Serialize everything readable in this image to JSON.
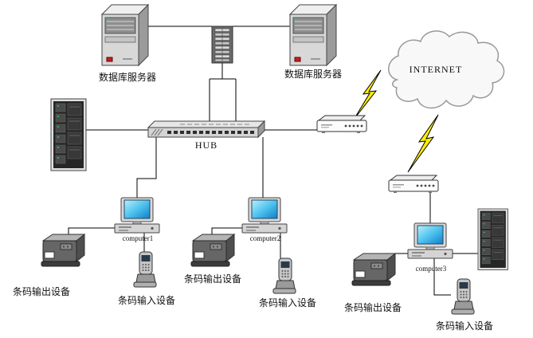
{
  "nodes": {
    "db_server_left": {
      "label": "数据库服务器"
    },
    "db_server_right": {
      "label": "数据库服务器"
    },
    "internet": {
      "label": "INTERNET"
    },
    "hub": {
      "label": "HUB"
    },
    "computer1": {
      "label": "computer1"
    },
    "computer2": {
      "label": "computer2"
    },
    "computer3": {
      "label": "computer3"
    },
    "printer_left": {
      "label": "条码输出设备"
    },
    "printer_mid": {
      "label": "条码输出设备"
    },
    "printer_right": {
      "label": "条码输出设备"
    },
    "scanner1": {
      "label": "条码输入设备"
    },
    "scanner2": {
      "label": "条码输入设备"
    },
    "scanner3": {
      "label": "条码输入设备"
    }
  },
  "edges": [
    {
      "from": "db-server-left",
      "to": "db-server-right",
      "via": "top-bus"
    },
    {
      "from": "rack-top",
      "to": "hub"
    },
    {
      "from": "db-server-left",
      "to": "hub"
    },
    {
      "from": "db-server-right",
      "to": "hub"
    },
    {
      "from": "rack-left",
      "to": "hub"
    },
    {
      "from": "hub",
      "to": "modem-1"
    },
    {
      "from": "modem-1",
      "to": "internet",
      "type": "wireless-bolt"
    },
    {
      "from": "internet",
      "to": "modem-2",
      "type": "wireless-bolt"
    },
    {
      "from": "modem-2",
      "to": "computer3"
    },
    {
      "from": "hub",
      "to": "computer1"
    },
    {
      "from": "hub",
      "to": "computer2"
    },
    {
      "from": "computer1",
      "to": "printer_left"
    },
    {
      "from": "computer1",
      "to": "scanner1"
    },
    {
      "from": "computer2",
      "to": "printer_mid"
    },
    {
      "from": "computer2",
      "to": "scanner2"
    },
    {
      "from": "computer3",
      "to": "printer_right"
    },
    {
      "from": "computer3",
      "to": "scanner3"
    },
    {
      "from": "computer3",
      "to": "rack-right"
    }
  ],
  "colors": {
    "background": "#ffffff",
    "connection_line": "#000000",
    "lightning": "#ffee00",
    "monitor_screen": "#35c8f0",
    "cloud_outline": "#999999"
  }
}
